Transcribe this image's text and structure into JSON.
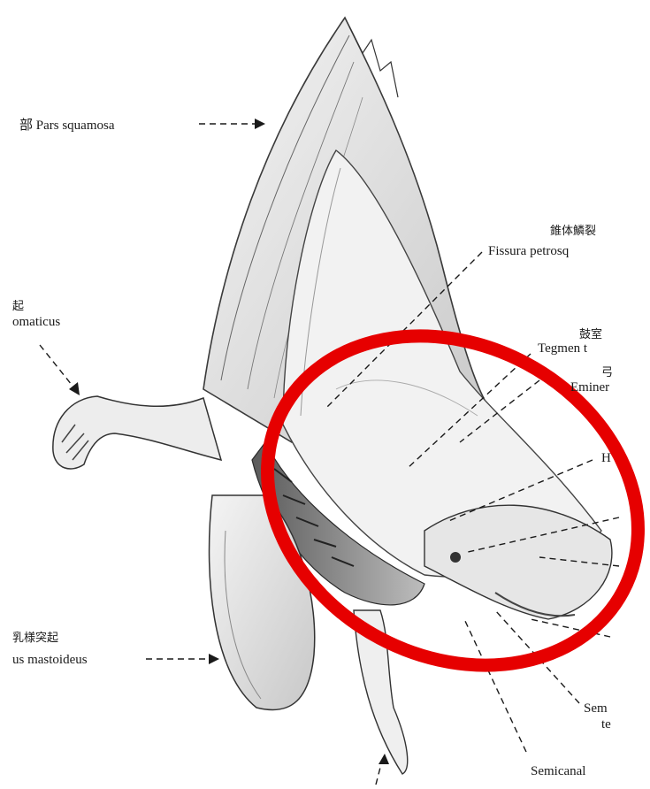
{
  "labels": {
    "pars_squamosa": "部 Pars squamosa",
    "zygomaticus_jp": "起",
    "zygomaticus": "omaticus",
    "fissura_jp": "錐体鱗裂",
    "fissura": "Fissura petrosq",
    "tegmen_jp": "鼓室",
    "tegmen": "Tegmen t",
    "eminentia_jp": "弓",
    "eminentia": "Eminer",
    "h_label": "H",
    "mastoideus_jp": "乳様突起",
    "mastoideus": "us mastoideus",
    "sem_1": "Sem",
    "sem_2": "te",
    "semicanal": "Semicanal"
  },
  "colors": {
    "bone_light": "#efefef",
    "bone_shade": "#9a9a9a",
    "ink": "#1a1a1a",
    "highlight_circle": "#e60000"
  },
  "icons": [
    "highlight-circle"
  ]
}
